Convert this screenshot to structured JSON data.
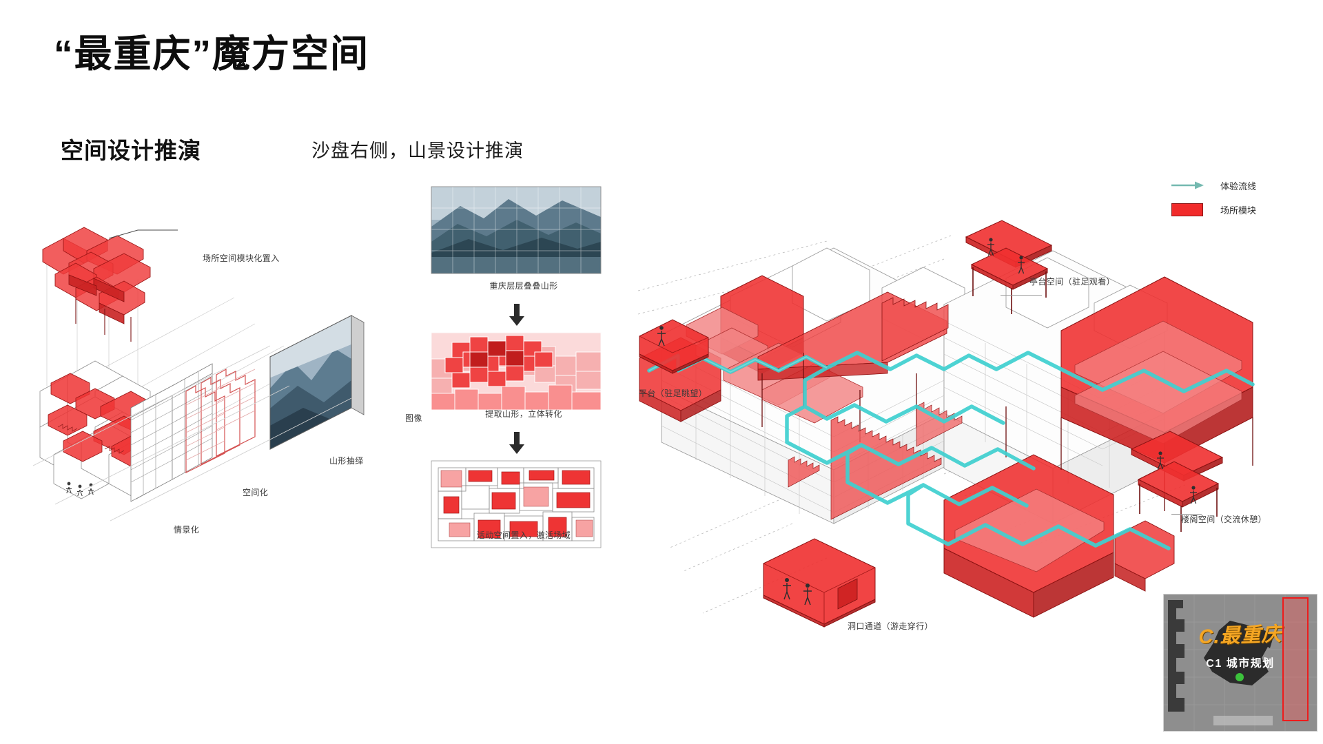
{
  "header": {
    "title": "“最重庆”魔方空间",
    "section_title": "空间设计推演",
    "section_subtitle": "沙盘右侧，山景设计推演"
  },
  "left_panel": {
    "annotation_top": "场所空间模块化置入",
    "labels": {
      "scenario": "情景化",
      "spatialization": "空间化",
      "mountain_abstraction": "山形抽绎",
      "image": "图像"
    }
  },
  "mid_panel": {
    "steps": [
      "重庆层层叠叠山形",
      "提取山形，立体转化",
      "活动空间置入，激活场域"
    ],
    "arrow_glyph": "↓"
  },
  "legend": {
    "items": [
      {
        "key": "arrow",
        "label": "体验流线",
        "color": "#74b9b0"
      },
      {
        "key": "swatch",
        "label": "场所模块",
        "color": "#f12b2b"
      }
    ]
  },
  "callouts": {
    "platform": "平台（驻足眺望）",
    "pavilion": "亭台空间（驻足观看）",
    "loft": "楼阁空间（交流休憩）",
    "passage": "洞口通道（游走穿行）"
  },
  "navigator": {
    "chapter": "C.最重庆",
    "section": "C1 城市规划"
  }
}
